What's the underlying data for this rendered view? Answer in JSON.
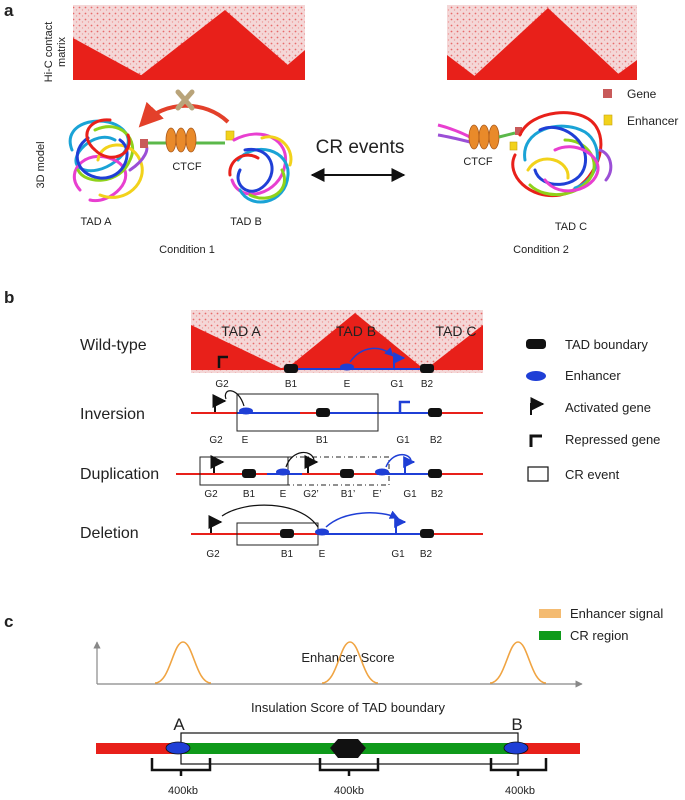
{
  "panel_a": {
    "letter": "a",
    "row_label_hic": [
      "Hi-C contact",
      "matrix"
    ],
    "row_label_3d": "3D model",
    "ctcf_left": "CTCF",
    "ctcf_right": "CTCF",
    "tad_a": "TAD A",
    "tad_b": "TAD B",
    "tad_c": "TAD C",
    "cr_events": "CR events",
    "condition1": "Condition 1",
    "condition2": "Condition 2",
    "legend_gene": "Gene",
    "legend_enhancer": "Enhancer"
  },
  "panel_b": {
    "letter": "b",
    "rows": {
      "wildtype": "Wild-type",
      "inversion": "Inversion",
      "duplication": "Duplication",
      "deletion": "Deletion"
    },
    "tad_a": "TAD A",
    "tad_b": "TAD B",
    "tad_c": "TAD C",
    "labels": {
      "wt": [
        "G2",
        "B1",
        "E",
        "G1",
        "B2"
      ],
      "inv": [
        "G2",
        "E",
        "B1",
        "G1",
        "B2"
      ],
      "dup": [
        "G2",
        "B1",
        "E",
        "G2’",
        "B1’",
        "E’",
        "G1",
        "B2"
      ],
      "del": [
        "G2",
        "B1",
        "E",
        "G1",
        "B2"
      ]
    },
    "legend": {
      "boundary": "TAD boundary",
      "enhancer": "Enhancer",
      "activated": "Activated gene",
      "repressed": "Repressed gene",
      "cr_event": "CR event"
    }
  },
  "panel_c": {
    "letter": "c",
    "enhancer_score": "Enhancer Score",
    "insulation_score": "Insulation Score of TAD boundary",
    "legend_enhancer_signal": "Enhancer signal",
    "legend_cr_region": "CR region",
    "marker_a": "A",
    "marker_b": "B",
    "window_labels": [
      "400kb",
      "400kb",
      "400kb"
    ]
  },
  "colors": {
    "red": "#e8201a",
    "blue": "#1f3fd6",
    "green": "#0f9a1b",
    "orange": "#f0a442",
    "ctcf": "#e98a2a",
    "gene": "#c85a5a",
    "enhancer_yellow": "#f2d21b"
  }
}
